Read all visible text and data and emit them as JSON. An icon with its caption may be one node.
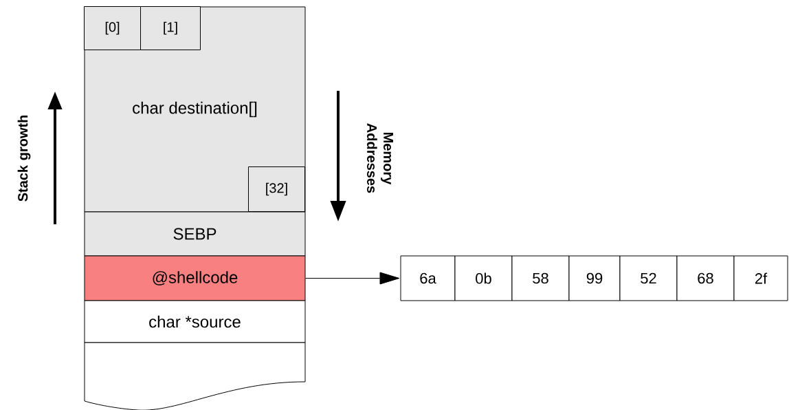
{
  "diagram": {
    "nodes": [
      {
        "text": [
          "char destination[]"
        ]
      },
      {
        "text": [
          "[0]"
        ],
        "in": 0
      },
      {
        "text": [
          "[1]"
        ],
        "in": 0
      },
      {
        "text": [
          "[32]"
        ],
        "in": 0
      },
      {
        "text": [
          "SEBP"
        ]
      },
      {
        "text": [
          "@shellcode"
        ]
      },
      {
        "text": [
          "char *source"
        ]
      },
      {
        "text": [],
        "shape": "box"
      },
      {
        "text": [
          "6a"
        ]
      },
      {
        "text": [
          "0b"
        ]
      },
      {
        "text": [
          "58"
        ]
      },
      {
        "text": [
          "99"
        ]
      },
      {
        "text": [
          "52"
        ]
      },
      {
        "text": [
          "68"
        ]
      },
      {
        "text": [
          "2f"
        ]
      }
    ],
    "edges": [
      {
        "from": 5,
        "to": 8,
        "arrow": "to"
      }
    ],
    "labels": [
      "Stack growth",
      "Memory Addresses"
    ]
  }
}
